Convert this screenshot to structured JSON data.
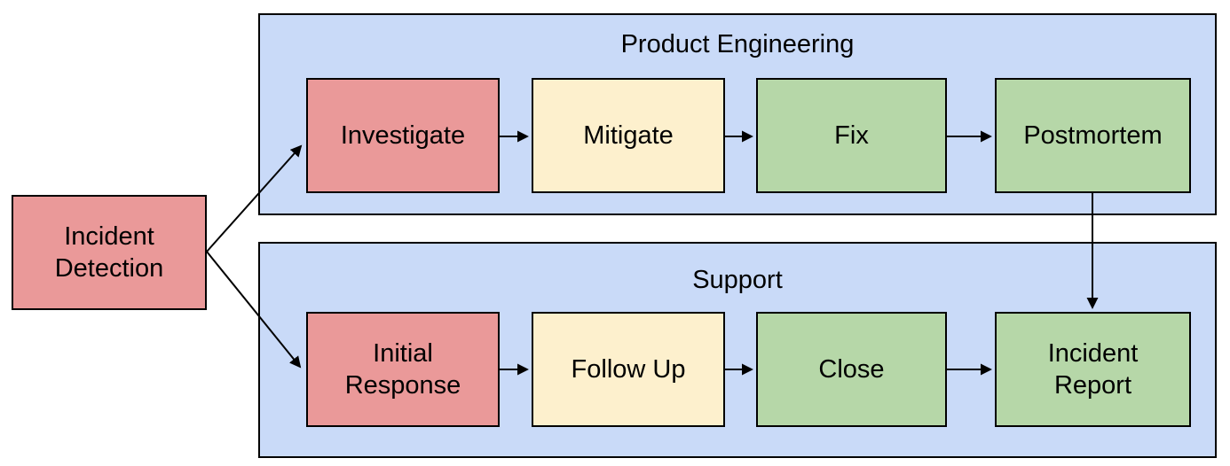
{
  "palette": {
    "lane_fill": "#c9daf8",
    "red_fill": "#ea9999",
    "yellow_fill": "#fdf0cd",
    "green_fill": "#b6d7a8",
    "border": "#000000",
    "text": "#000000"
  },
  "start": {
    "label": "Incident\nDetection"
  },
  "lanes": [
    {
      "title": "Product Engineering",
      "steps": [
        {
          "label": "Investigate"
        },
        {
          "label": "Mitigate"
        },
        {
          "label": "Fix"
        },
        {
          "label": "Postmortem"
        }
      ]
    },
    {
      "title": "Support",
      "steps": [
        {
          "label": "Initial\nResponse"
        },
        {
          "label": "Follow Up"
        },
        {
          "label": "Close"
        },
        {
          "label": "Incident\nReport"
        }
      ]
    }
  ]
}
